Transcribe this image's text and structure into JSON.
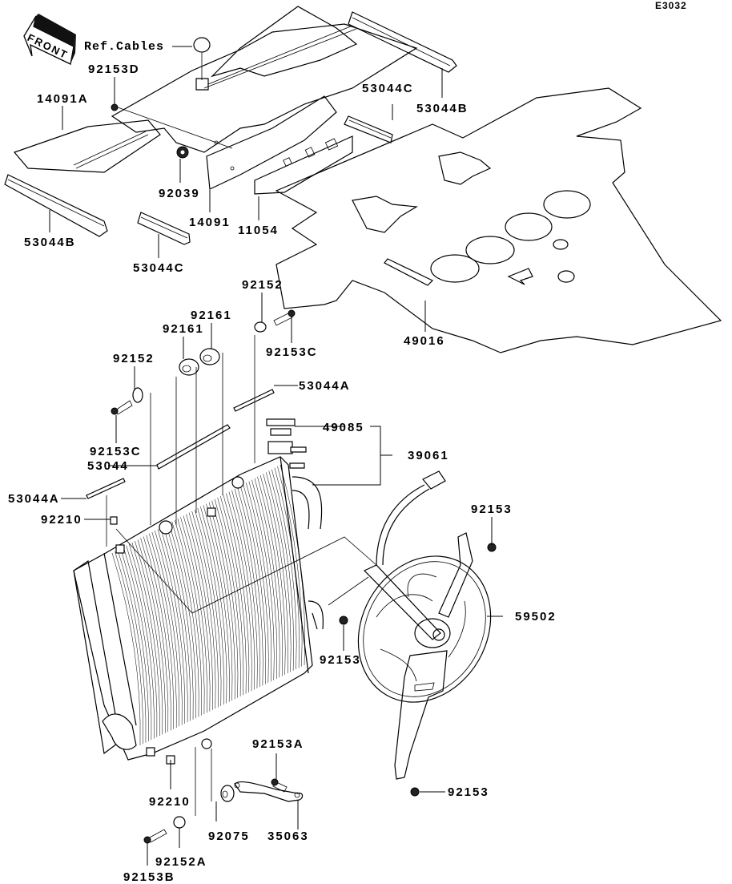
{
  "diagram": {
    "code": "E3032",
    "front_label": "FRONT",
    "ref_label": "Ref.Cables",
    "parts": [
      {
        "id": "p92153D",
        "label": "92153D"
      },
      {
        "id": "p14091A",
        "label": "14091A"
      },
      {
        "id": "p53044C_top",
        "label": "53044C"
      },
      {
        "id": "p53044B_top",
        "label": "53044B"
      },
      {
        "id": "p92039",
        "label": "92039"
      },
      {
        "id": "p14091",
        "label": "14091"
      },
      {
        "id": "p11054",
        "label": "11054"
      },
      {
        "id": "p53044B_left",
        "label": "53044B"
      },
      {
        "id": "p53044C_mid",
        "label": "53044C"
      },
      {
        "id": "p92152_top",
        "label": "92152"
      },
      {
        "id": "p92153C_top",
        "label": "92153C"
      },
      {
        "id": "p49016",
        "label": "49016"
      },
      {
        "id": "p92161_a",
        "label": "92161"
      },
      {
        "id": "p92161_b",
        "label": "92161"
      },
      {
        "id": "p92152_left",
        "label": "92152"
      },
      {
        "id": "p53044A_top",
        "label": "53044A"
      },
      {
        "id": "p92153C_left",
        "label": "92153C"
      },
      {
        "id": "p49085",
        "label": "49085"
      },
      {
        "id": "p53044",
        "label": "53044"
      },
      {
        "id": "p39061",
        "label": "39061"
      },
      {
        "id": "p53044A_left",
        "label": "53044A"
      },
      {
        "id": "p92210_top",
        "label": "92210"
      },
      {
        "id": "p92153_fan_top",
        "label": "92153"
      },
      {
        "id": "p59502",
        "label": "59502"
      },
      {
        "id": "p92153_mid",
        "label": "92153"
      },
      {
        "id": "p92153A",
        "label": "92153A"
      },
      {
        "id": "p92153_bottom",
        "label": "92153"
      },
      {
        "id": "p92210_bottom",
        "label": "92210"
      },
      {
        "id": "p92075",
        "label": "92075"
      },
      {
        "id": "p35063",
        "label": "35063"
      },
      {
        "id": "p92152A",
        "label": "92152A"
      },
      {
        "id": "p92153B",
        "label": "92153B"
      }
    ]
  }
}
